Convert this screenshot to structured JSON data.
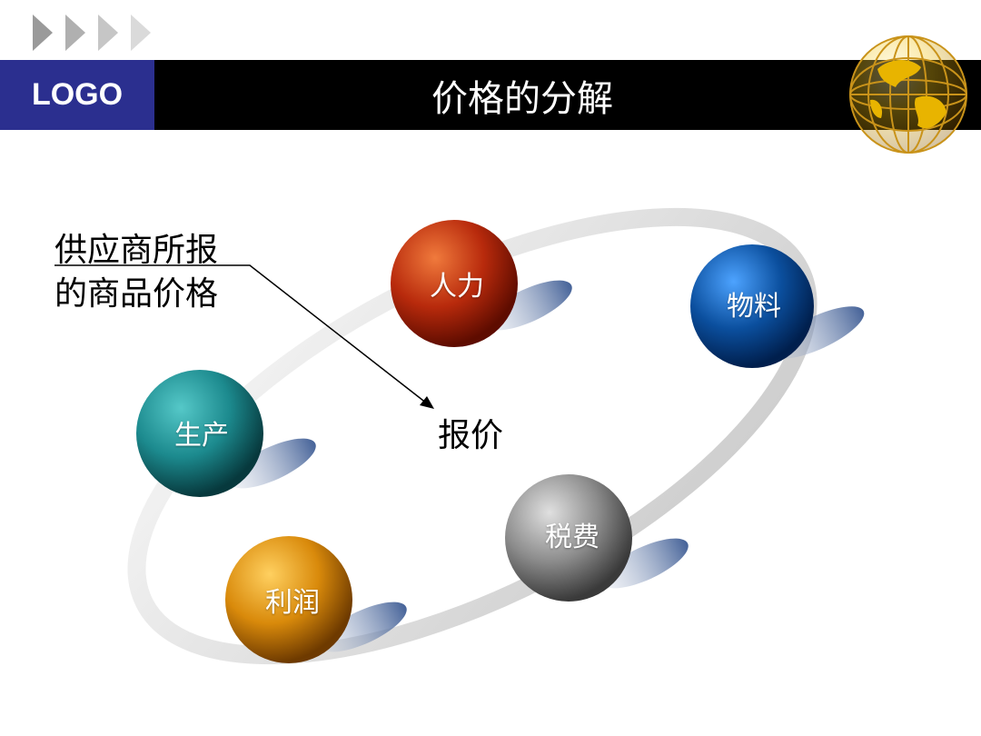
{
  "header": {
    "logo_text": "LOGO",
    "title": "价格的分解",
    "bar_color": "#000000",
    "logo_color": "#2b2f8f"
  },
  "icons": {
    "nav": "chevron-right-icon",
    "brand": "globe-icon"
  },
  "diagram": {
    "note_lines": [
      "供应商所报",
      "的商品价格"
    ],
    "center_label": "报价",
    "nodes": [
      {
        "key": "labor",
        "label": "人力",
        "color": "#b82a0c"
      },
      {
        "key": "materials",
        "label": "物料",
        "color": "#0b4f9e"
      },
      {
        "key": "production",
        "label": "生产",
        "color": "#1c8a8e"
      },
      {
        "key": "tax",
        "label": "税费",
        "color": "#8c8c8c"
      },
      {
        "key": "profit",
        "label": "利润",
        "color": "#d98a0b"
      }
    ]
  }
}
